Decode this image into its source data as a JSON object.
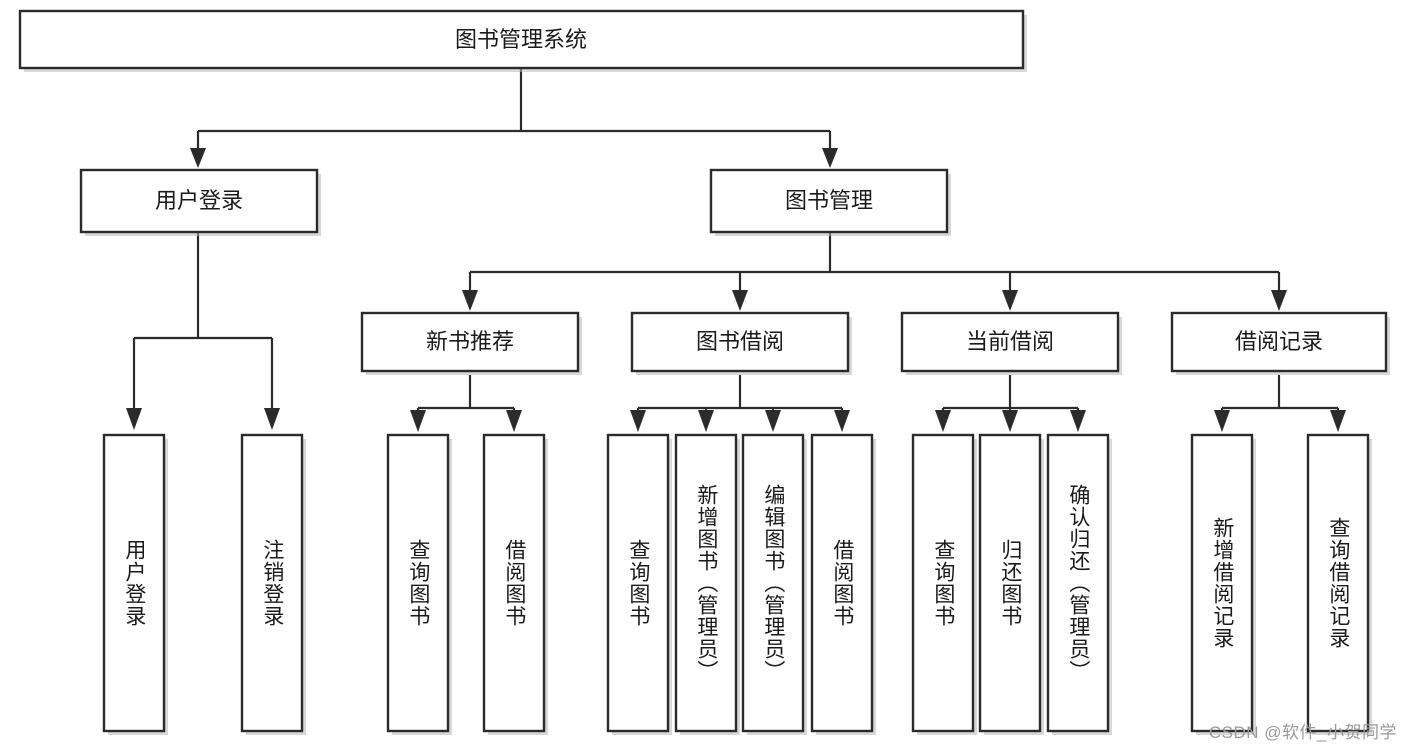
{
  "diagram": {
    "title": "图书管理系统",
    "type": "tree",
    "root": {
      "id": "root",
      "label": "图书管理系统"
    },
    "level1": [
      {
        "id": "user-login",
        "label": "用户登录"
      },
      {
        "id": "book-manage",
        "label": "图书管理"
      }
    ],
    "level2": [
      {
        "id": "new-book-recommend",
        "label": "新书推荐",
        "parent": "book-manage"
      },
      {
        "id": "book-borrow",
        "label": "图书借阅",
        "parent": "book-manage"
      },
      {
        "id": "current-borrow",
        "label": "当前借阅",
        "parent": "book-manage"
      },
      {
        "id": "borrow-record",
        "label": "借阅记录",
        "parent": "book-manage"
      }
    ],
    "leaves": [
      {
        "id": "leaf-user-login",
        "label": "用户登录",
        "parent": "user-login"
      },
      {
        "id": "leaf-logout",
        "label": "注销登录",
        "parent": "user-login"
      },
      {
        "id": "leaf-query-book-1",
        "label": "查询图书",
        "parent": "new-book-recommend"
      },
      {
        "id": "leaf-borrow-book-1",
        "label": "借阅图书",
        "parent": "new-book-recommend"
      },
      {
        "id": "leaf-query-book-2",
        "label": "查询图书",
        "parent": "book-borrow"
      },
      {
        "id": "leaf-add-book",
        "label": "新增图书（管理员）",
        "parent": "book-borrow"
      },
      {
        "id": "leaf-edit-book",
        "label": "编辑图书（管理员）",
        "parent": "book-borrow"
      },
      {
        "id": "leaf-borrow-book-2",
        "label": "借阅图书",
        "parent": "book-borrow"
      },
      {
        "id": "leaf-query-book-3",
        "label": "查询图书",
        "parent": "current-borrow"
      },
      {
        "id": "leaf-return-book",
        "label": "归还图书",
        "parent": "current-borrow"
      },
      {
        "id": "leaf-confirm-return",
        "label": "确认归还（管理员）",
        "parent": "current-borrow"
      },
      {
        "id": "leaf-add-record",
        "label": "新增借阅记录",
        "parent": "borrow-record"
      },
      {
        "id": "leaf-query-record",
        "label": "查询借阅记录",
        "parent": "borrow-record"
      }
    ],
    "watermark": "CSDN @软件_小贺同学",
    "colors": {
      "box_stroke": "#2b2b2b",
      "box_fill": "#ffffff",
      "connector": "#2b2b2b",
      "text": "#1a1a1a",
      "watermark": "#9a9a9a",
      "background": "#ffffff"
    }
  }
}
